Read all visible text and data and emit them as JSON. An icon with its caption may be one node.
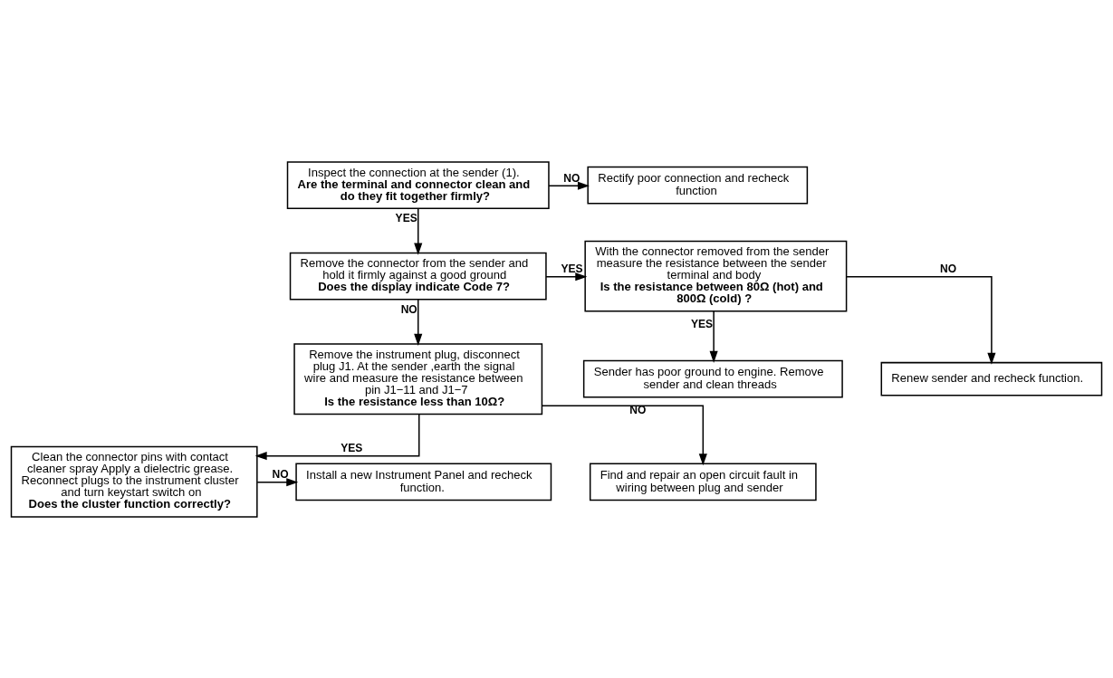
{
  "diagram": {
    "nodes": [
      {
        "text": [
          "Inspect the connection at the sender (1).",
          "Are the terminal and connector clean and do they fit together firmly?"
        ]
      },
      {
        "text": [
          "Rectify poor connection and recheck function"
        ]
      },
      {
        "text": [
          "Remove the connector from the sender and hold it firmly against a good ground",
          "Does the display indicate Code 7?"
        ]
      },
      {
        "text": [
          "With the connector removed from the sender measure the resistance between the sender terminal and body",
          "Is the resistance between 80Ω (hot) and 800Ω (cold) ?"
        ]
      },
      {
        "text": [
          "Remove the instrument plug, disconnect plug J1. At the sender ,earth the signal wire and measure the resistance between pin J1−11 and J1−7",
          "Is the resistance less than 10Ω?"
        ]
      },
      {
        "text": [
          "Sender has poor ground to engine. Remove sender and clean threads"
        ]
      },
      {
        "text": [
          "Renew sender and recheck function."
        ]
      },
      {
        "text": [
          "Clean the connector pins with contact cleaner spray Apply a dielectric grease. Reconnect plugs to the instrument cluster and turn keystart switch on",
          "Does the cluster function correctly?"
        ]
      },
      {
        "text": [
          "Find and repair an open circuit fault in wiring between plug and sender"
        ]
      },
      {
        "text": [
          "Install a new Instrument Panel and recheck function."
        ]
      }
    ],
    "edges": [
      {
        "from": 0,
        "to": 1,
        "arrow": "to",
        "label": "NO"
      },
      {
        "from": 0,
        "to": 2,
        "arrow": "to",
        "label": "YES"
      },
      {
        "from": 2,
        "to": 3,
        "arrow": "to",
        "label": "YES"
      },
      {
        "from": 2,
        "to": 4,
        "arrow": "to",
        "label": "NO"
      },
      {
        "from": 3,
        "to": 5,
        "arrow": "to",
        "label": "YES"
      },
      {
        "from": 3,
        "to": 6,
        "arrow": "to",
        "label": "NO"
      },
      {
        "from": 4,
        "to": 7,
        "arrow": "to",
        "label": "YES"
      },
      {
        "from": 4,
        "to": 8,
        "arrow": "to",
        "label": "NO"
      },
      {
        "from": 7,
        "to": 9,
        "arrow": "to",
        "label": "NO"
      }
    ]
  }
}
